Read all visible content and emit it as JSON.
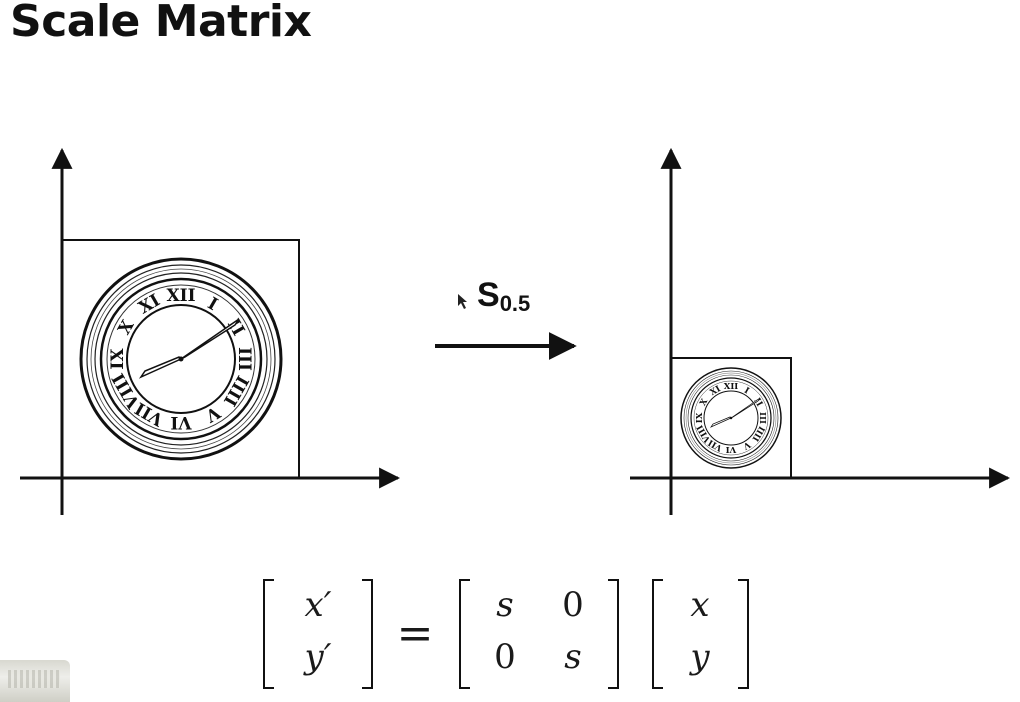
{
  "title": "Scale Matrix",
  "transform": {
    "symbol": "S",
    "subscript": "0.5"
  },
  "equation": {
    "lhs": [
      "x′",
      "y′"
    ],
    "equals": "=",
    "matrix": [
      [
        "s",
        "0"
      ],
      [
        "0",
        "s"
      ]
    ],
    "rhs": [
      "x",
      "y"
    ]
  },
  "clock": {
    "numerals": [
      "XII",
      "I",
      "II",
      "III",
      "IIII",
      "V",
      "VI",
      "VII",
      "VIII",
      "IX",
      "X",
      "XI"
    ]
  },
  "colors": {
    "ink": "#111111",
    "background": "#ffffff"
  }
}
